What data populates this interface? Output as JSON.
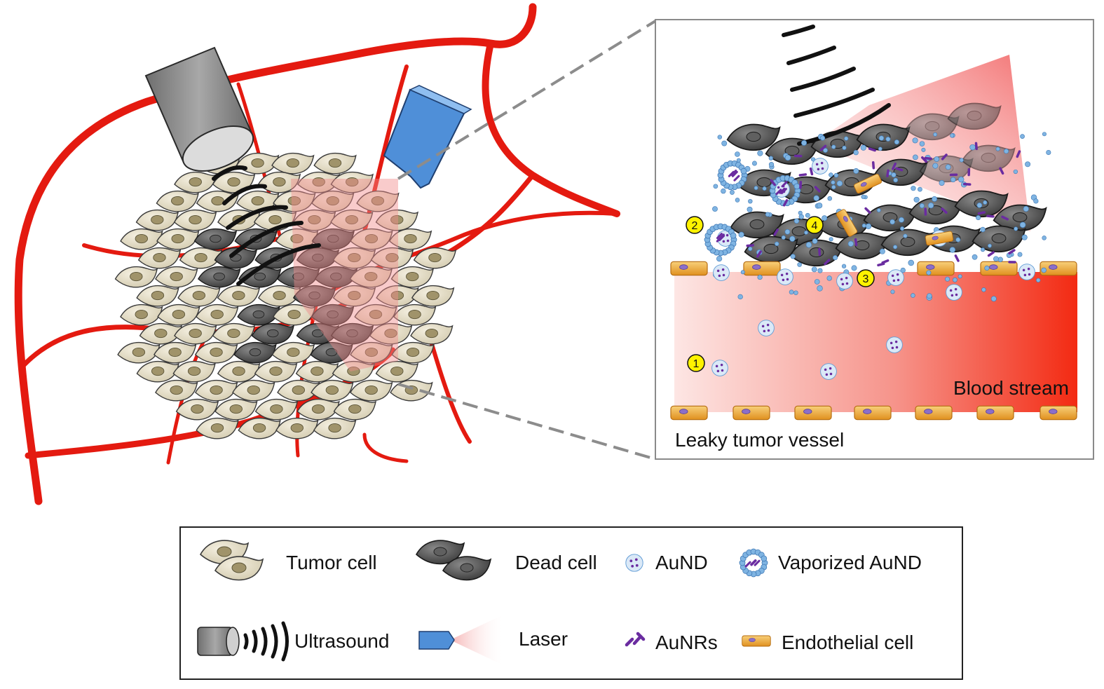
{
  "inset": {
    "blood_stream_label": "Blood stream",
    "vessel_label": "Leaky tumor vessel",
    "step_markers": [
      "1",
      "2",
      "3",
      "4"
    ]
  },
  "legend": {
    "items": [
      {
        "id": "tumor_cell",
        "label": "Tumor cell"
      },
      {
        "id": "dead_cell",
        "label": "Dead cell"
      },
      {
        "id": "aund",
        "label": "AuND"
      },
      {
        "id": "vaporized_aund",
        "label": "Vaporized AuND"
      },
      {
        "id": "ultrasound",
        "label": "Ultrasound"
      },
      {
        "id": "laser",
        "label": "Laser"
      },
      {
        "id": "aunrs",
        "label": "AuNRs"
      },
      {
        "id": "endothelial_cell",
        "label": "Endothelial cell"
      }
    ]
  },
  "colors": {
    "vessel_red": "#e41a10",
    "blood_red": "#f4311a",
    "tumor_cell_fill": "#e3dcc6",
    "dead_cell_fill": "#4a4a4a",
    "aund_blue": "#7fb4e2",
    "aunr_purple": "#6a2ca0",
    "endothelial_orange": "#f0a43a",
    "marker_yellow": "#fff200",
    "laser_blue": "#4f8fd8"
  }
}
